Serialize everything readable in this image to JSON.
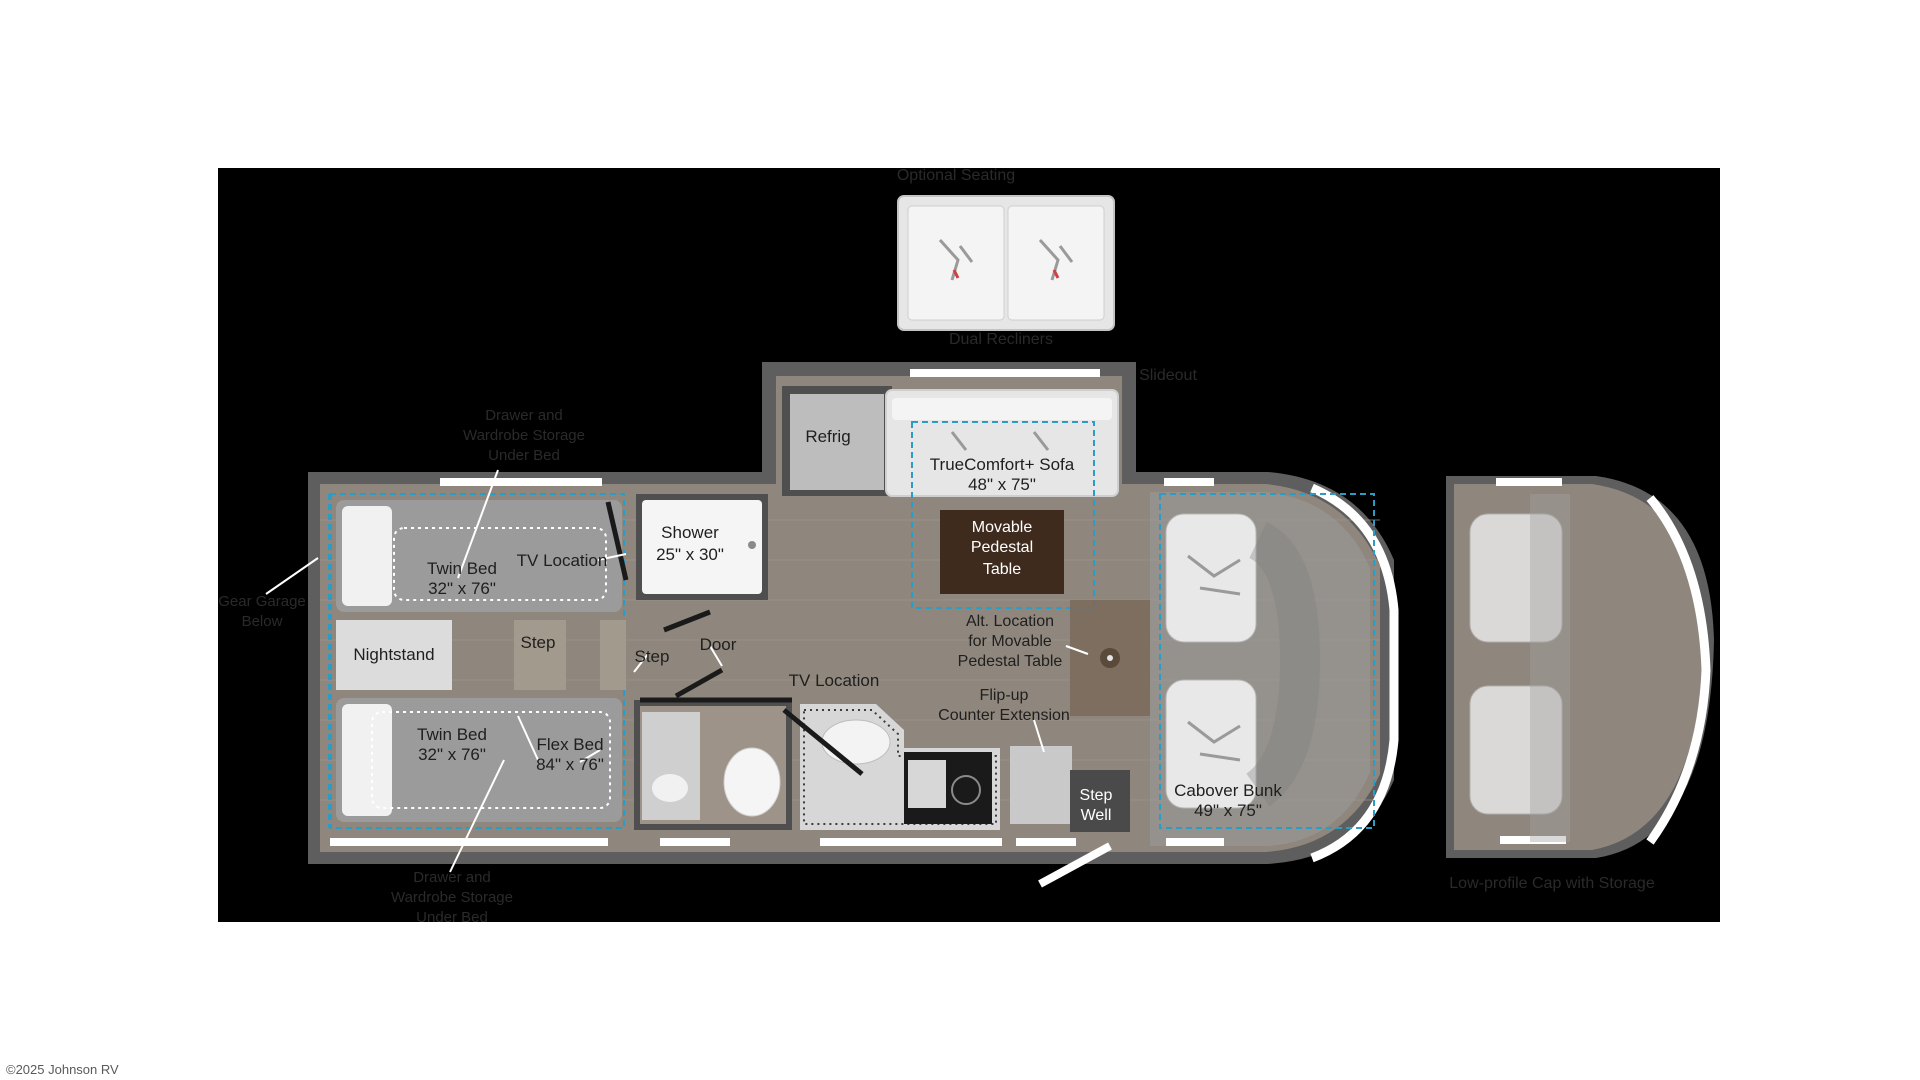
{
  "colors": {
    "backdrop": "#000000",
    "wall": "#5e5e5e",
    "floor": "#8f877d",
    "bed": "#9b9b9b",
    "bed_pillow": "#f1f1f1",
    "cabinet": "#d7d7d7",
    "accent_dash": "#2b9cc6",
    "table": "#3e2b1e",
    "window": "#ffffff",
    "copyright": "#5a5a5a"
  },
  "labels": {
    "optional_seating": "Optional Seating",
    "dual_recliners": "Dual Recliners",
    "slideout": "Slideout",
    "refrig": "Refrig",
    "sofa_name": "TrueComfort+ Sofa",
    "sofa_size": "48\" x 75\"",
    "table_l1": "Movable",
    "table_l2": "Pedestal",
    "table_l3": "Table",
    "alt_l1": "Alt. Location",
    "alt_l2": "for Movable",
    "alt_l3": "Pedestal Table",
    "flipup_l1": "Flip-up",
    "flipup_l2": "Counter Extension",
    "step_well_l1": "Step",
    "step_well_l2": "Well",
    "cabover_name": "Cabover Bunk",
    "cabover_size": "49\" x 75\"",
    "drawer_top_l1": "Drawer and",
    "drawer_top_l2": "Wardrobe Storage",
    "drawer_top_l3": "Under Bed",
    "gear_l1": "Gear Garage",
    "gear_l2": "Below",
    "twin_top_name": "Twin Bed",
    "twin_top_size": "32\" x 76\"",
    "tv_location_bed": "TV Location",
    "shower_name": "Shower",
    "shower_size": "25\" x 30\"",
    "nightstand": "Nightstand",
    "step_left": "Step",
    "step_center": "Step",
    "door": "Door",
    "tv_location_main": "TV Location",
    "twin_bottom_name": "Twin Bed",
    "twin_bottom_size": "32\" x 76\"",
    "flex_name": "Flex Bed",
    "flex_size": "84\" x 76\"",
    "drawer_bot_l1": "Drawer and",
    "drawer_bot_l2": "Wardrobe Storage",
    "drawer_bot_l3": "Under Bed",
    "low_profile": "Low-profile Cap with Storage"
  },
  "copyright": "©2025 Johnson RV"
}
